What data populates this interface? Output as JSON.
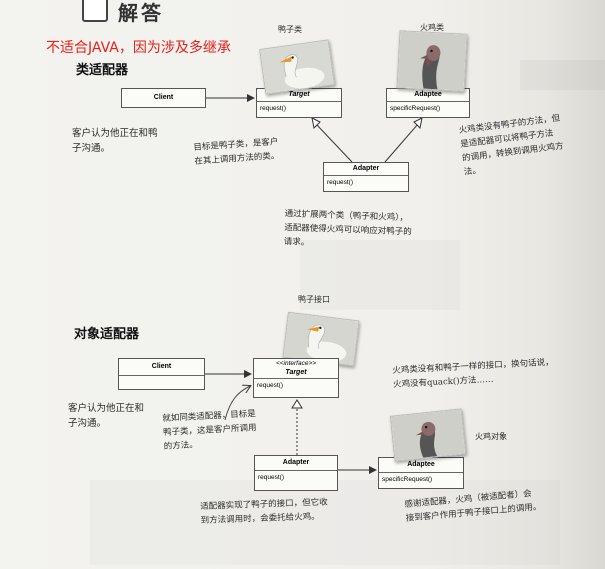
{
  "header": {
    "title": "解答",
    "red_note": "不适合JAVA，因为涉及多继承"
  },
  "class_adapter": {
    "section_title": "类适配器",
    "client": "Client",
    "target": {
      "name": "Target",
      "method": "request()"
    },
    "adaptee": {
      "name": "Adaptee",
      "method": "specificRequest()"
    },
    "adapter": {
      "name": "Adapter",
      "method": "request()"
    },
    "label_duck": "鸭子类",
    "label_turkey": "火鸡类",
    "note_client": [
      "客户认为他正在和鸭",
      "子沟通。"
    ],
    "note_target": [
      "目标是鸭子类，是客户",
      "在其上调用方法的类。"
    ],
    "note_turkey": [
      "火鸡类没有鸭子的方法，但",
      "是适配器可以将鸭子方法",
      "的调用，转换到调用火鸡方",
      "法。"
    ],
    "note_adapter": [
      "通过扩展两个类（鸭子和火鸡），",
      "适配器使得火鸡可以响应对鸭子的",
      "请求。"
    ]
  },
  "object_adapter": {
    "section_title": "对象适配器",
    "client": "Client",
    "target": {
      "stereotype": "<<interface>>",
      "name": "Target",
      "method": "request()"
    },
    "adapter": {
      "name": "Adapter",
      "method": "request()"
    },
    "adaptee": {
      "name": "Adaptee",
      "method": "specificRequest()"
    },
    "label_duck_interface": "鸭子接口",
    "label_turkey_object": "火鸡对象",
    "note_client": [
      "客户认为他正在和",
      "子沟通。"
    ],
    "note_class_adapter": [
      "就如同类适配器，目标是",
      "鸭子类，这是客户所调用",
      "的方法。"
    ],
    "note_turkey": [
      "火鸡类没有和鸭子一样的接口，换句话说，",
      "火鸡没有quack()方法……"
    ],
    "note_adapter": [
      "适配器实现了鸭子的接口，但它收",
      "到方法调用时，会委托给火鸡。"
    ],
    "note_result": [
      "感谢适配器，火鸡（被适配者）会",
      "接到客户作用于鸭子接口上的调用。"
    ]
  },
  "colors": {
    "red_note": "#e8201a",
    "ink": "#2b2b2b",
    "paper": "#f1f0ec"
  }
}
